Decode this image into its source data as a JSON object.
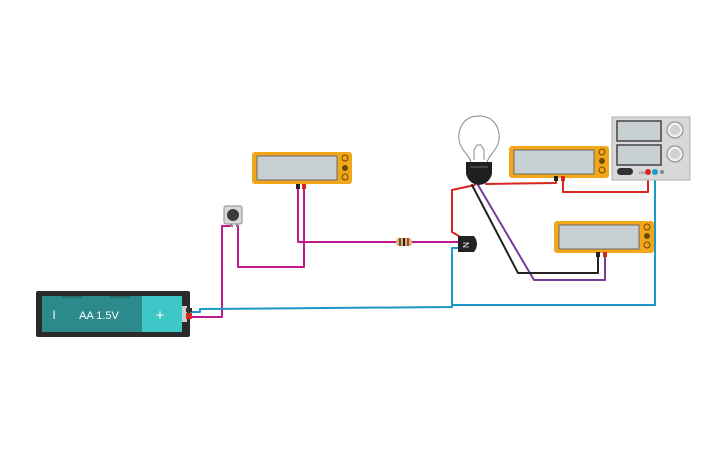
{
  "battery": {
    "label": "AA 1.5V",
    "neg": "I",
    "pos": "+"
  },
  "transistor": {
    "label": "N"
  },
  "power_supply": {
    "switch_label": "ON"
  },
  "colors": {
    "wire_magenta": "#c2188f",
    "wire_blue": "#1c98c7",
    "wire_red": "#d7261e",
    "wire_purple": "#7a3a98",
    "wire_black": "#222222",
    "meter_body": "#f2a71b",
    "meter_screen": "#c8d0d3",
    "battery_body": "#2d8a8c",
    "battery_pos": "#3ec7c7",
    "battery_case": "#2a2a2a"
  }
}
